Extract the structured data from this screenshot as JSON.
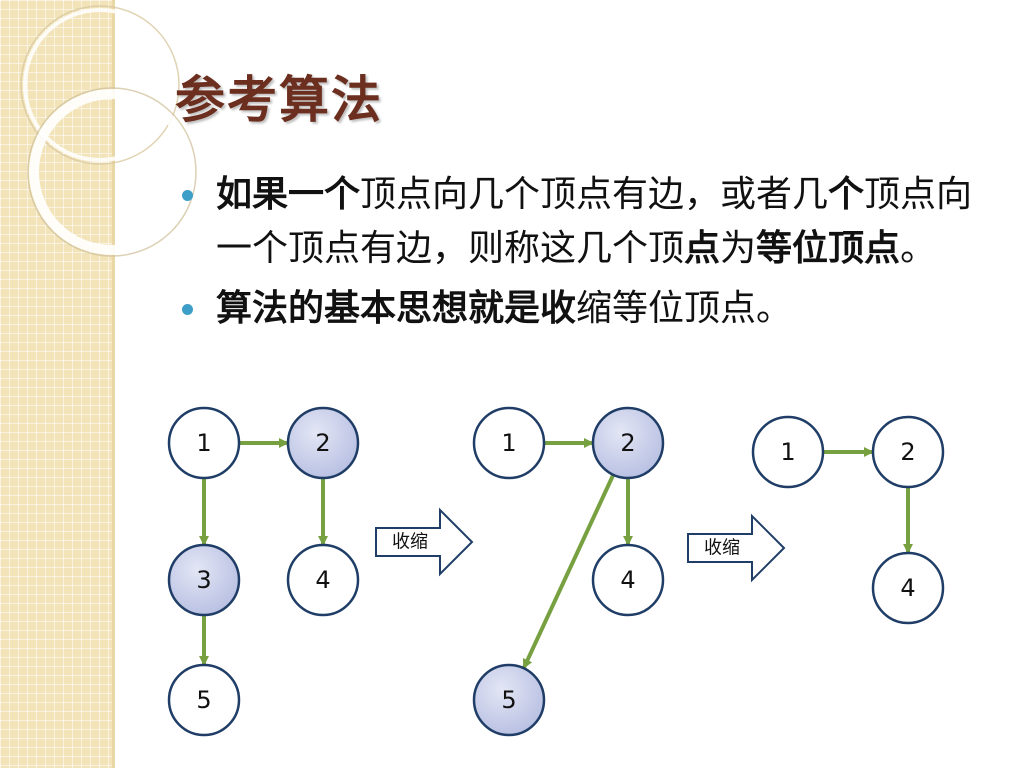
{
  "title": "参考算法",
  "bullets": [
    {
      "segments": [
        {
          "text": "如果一个",
          "bold": true
        },
        {
          "text": "顶点向几个顶点有边，或者几",
          "bold": false
        },
        {
          "text": "个",
          "bold": true
        },
        {
          "text": "顶点向一个顶点有边，则称这几个顶",
          "bold": false
        },
        {
          "text": "点",
          "bold": true
        },
        {
          "text": "为",
          "bold": false
        },
        {
          "text": "等位顶点",
          "bold": true
        },
        {
          "text": "。",
          "bold": false
        }
      ]
    },
    {
      "segments": [
        {
          "text": "算法的基本思想就是收",
          "bold": true
        },
        {
          "text": "缩等位顶点。",
          "bold": false
        }
      ]
    }
  ],
  "diagram": {
    "arrow_label": "收缩",
    "graphs": [
      {
        "nodes": [
          {
            "id": "1",
            "label": "1",
            "highlight": false
          },
          {
            "id": "2",
            "label": "2",
            "highlight": true
          },
          {
            "id": "3",
            "label": "3",
            "highlight": true
          },
          {
            "id": "4",
            "label": "4",
            "highlight": false
          },
          {
            "id": "5",
            "label": "5",
            "highlight": false
          }
        ],
        "edges": [
          [
            "1",
            "2"
          ],
          [
            "1",
            "3"
          ],
          [
            "2",
            "4"
          ],
          [
            "3",
            "5"
          ]
        ]
      },
      {
        "nodes": [
          {
            "id": "1",
            "label": "1",
            "highlight": false
          },
          {
            "id": "2",
            "label": "2",
            "highlight": true
          },
          {
            "id": "4",
            "label": "4",
            "highlight": false
          },
          {
            "id": "5",
            "label": "5",
            "highlight": true
          }
        ],
        "edges": [
          [
            "1",
            "2"
          ],
          [
            "2",
            "4"
          ],
          [
            "2",
            "5"
          ]
        ]
      },
      {
        "nodes": [
          {
            "id": "1",
            "label": "1",
            "highlight": false
          },
          {
            "id": "2",
            "label": "2",
            "highlight": false
          },
          {
            "id": "4",
            "label": "4",
            "highlight": false
          }
        ],
        "edges": [
          [
            "1",
            "2"
          ],
          [
            "2",
            "4"
          ]
        ]
      }
    ]
  },
  "colors": {
    "title": "#6b2e1f",
    "bullet_dot": "#3d9ec8",
    "edge": "#77a041",
    "node_stroke": "#1f3d66",
    "node_highlight": "#c5cbe8",
    "band": "#f2e3b8"
  }
}
